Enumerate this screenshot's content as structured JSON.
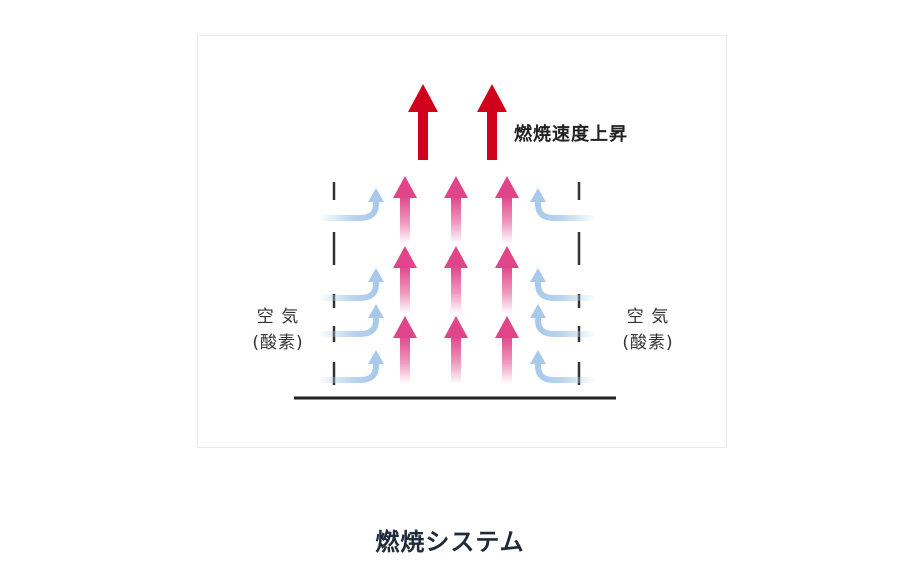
{
  "diagram": {
    "speed_label": "燃焼速度上昇",
    "air_left": {
      "line1": "空 気",
      "line2": "(酸素)"
    },
    "air_right": {
      "line1": "空 気",
      "line2": "(酸素)"
    }
  },
  "caption": "燃焼システム",
  "colors": {
    "speed_arrow": "#d0021b",
    "flame_arrow": "#e0458a",
    "air_arrow": "#a9c9ea",
    "line": "#333333",
    "caption": "#1f2a3a"
  }
}
